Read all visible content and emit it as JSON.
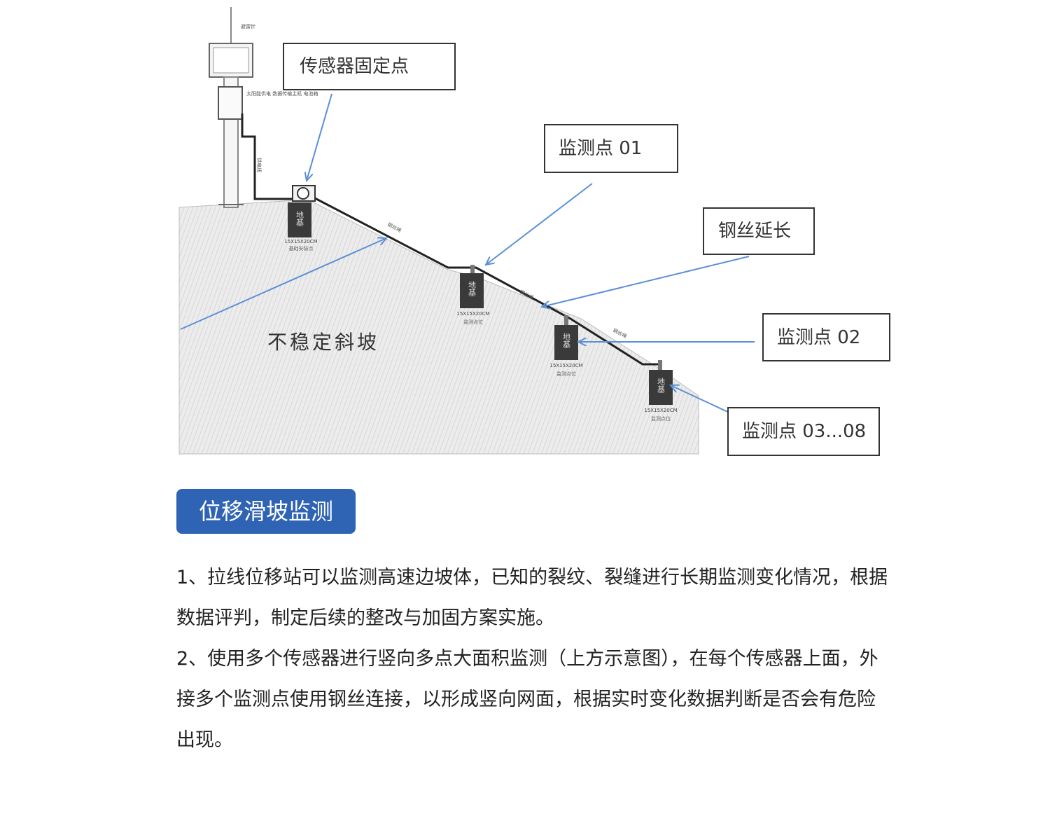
{
  "diagram": {
    "slope_label": "不稳定斜坡",
    "pole_label": "避雷针",
    "cabinet_label": "太阳能供电 数据传输主机 电池箱",
    "cable_label": "供电线",
    "wire_label": "钢丝绳",
    "callouts": {
      "fixed_point": "传感器固定点",
      "point01": "监测点 01",
      "wire_ext": "钢丝延长",
      "point02": "监测点 02",
      "point03_08": "监测点 03...08"
    },
    "foundation": {
      "title": "地基",
      "size": "15X15X20CM",
      "sub_fixed": "基础安装点",
      "sub_monitor": "监测点位"
    }
  },
  "section": {
    "badge": "位移滑坡监测"
  },
  "paragraphs": [
    "1、拉线位移站可以监测高速边坡体，已知的裂纹、裂缝进行长期监测变化情况，根据数据评判，制定后续的整改与加固方案实施。",
    "2、使用多个传感器进行竖向多点大面积监测（上方示意图），在每个传感器上面，外接多个监测点使用钢丝连接，以形成竖向网面，根据实时变化数据判断是否会有危险出现。"
  ]
}
